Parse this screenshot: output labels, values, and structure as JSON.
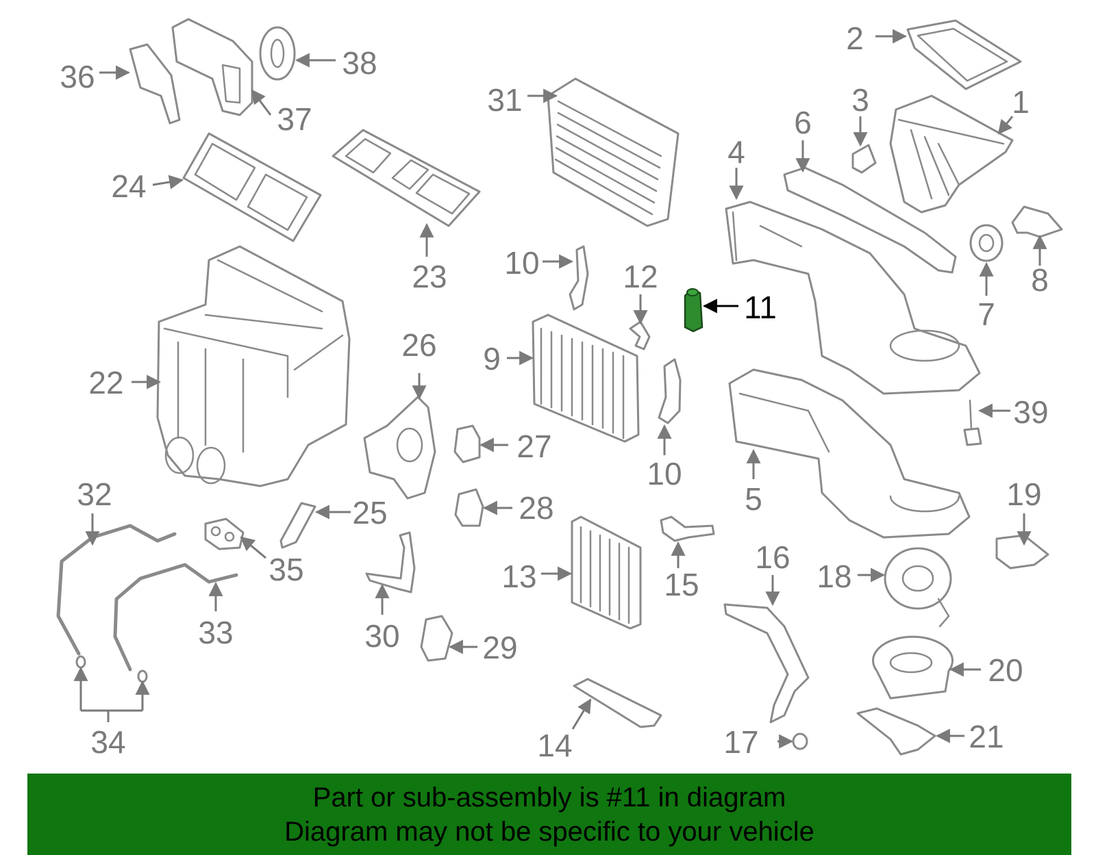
{
  "callouts": [
    {
      "id": "1",
      "label": "1"
    },
    {
      "id": "2",
      "label": "2"
    },
    {
      "id": "3",
      "label": "3"
    },
    {
      "id": "4",
      "label": "4"
    },
    {
      "id": "5",
      "label": "5"
    },
    {
      "id": "6",
      "label": "6"
    },
    {
      "id": "7",
      "label": "7"
    },
    {
      "id": "8",
      "label": "8"
    },
    {
      "id": "9",
      "label": "9"
    },
    {
      "id": "10a",
      "label": "10"
    },
    {
      "id": "10b",
      "label": "10"
    },
    {
      "id": "11",
      "label": "11",
      "highlighted": true
    },
    {
      "id": "12",
      "label": "12"
    },
    {
      "id": "13",
      "label": "13"
    },
    {
      "id": "14",
      "label": "14"
    },
    {
      "id": "15",
      "label": "15"
    },
    {
      "id": "16",
      "label": "16"
    },
    {
      "id": "17",
      "label": "17"
    },
    {
      "id": "18",
      "label": "18"
    },
    {
      "id": "19",
      "label": "19"
    },
    {
      "id": "20",
      "label": "20"
    },
    {
      "id": "21",
      "label": "21"
    },
    {
      "id": "22",
      "label": "22"
    },
    {
      "id": "23",
      "label": "23"
    },
    {
      "id": "24",
      "label": "24"
    },
    {
      "id": "25",
      "label": "25"
    },
    {
      "id": "26",
      "label": "26"
    },
    {
      "id": "27",
      "label": "27"
    },
    {
      "id": "28",
      "label": "28"
    },
    {
      "id": "29",
      "label": "29"
    },
    {
      "id": "30",
      "label": "30"
    },
    {
      "id": "31",
      "label": "31"
    },
    {
      "id": "32",
      "label": "32"
    },
    {
      "id": "33",
      "label": "33"
    },
    {
      "id": "34",
      "label": "34"
    },
    {
      "id": "35",
      "label": "35"
    },
    {
      "id": "36",
      "label": "36"
    },
    {
      "id": "37",
      "label": "37"
    },
    {
      "id": "38",
      "label": "38"
    },
    {
      "id": "39",
      "label": "39"
    }
  ],
  "colors": {
    "highlight_part": "#2e8b2e",
    "banner": "#107610",
    "line_art": "#8a8a8a"
  },
  "banner": {
    "line1": "Part or sub-assembly is #11 in diagram",
    "line2": "Diagram may not be specific to your vehicle"
  }
}
